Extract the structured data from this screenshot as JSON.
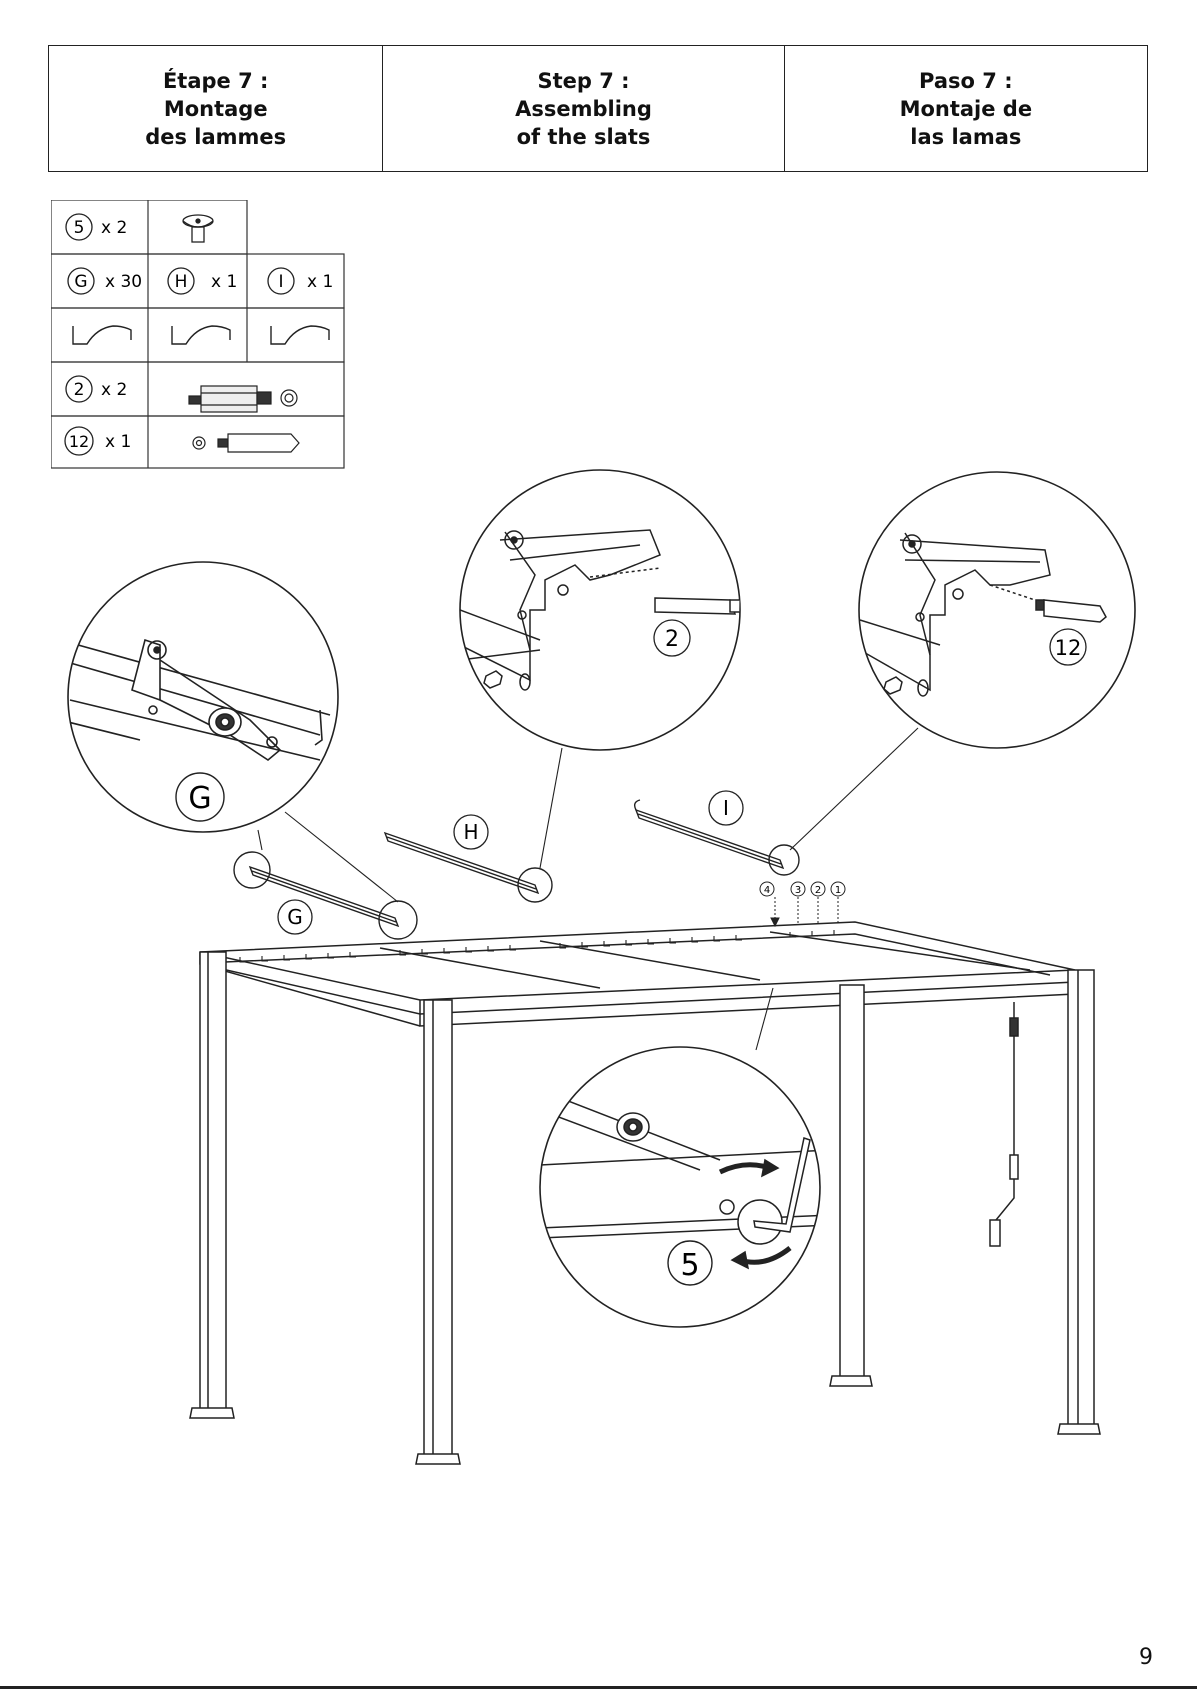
{
  "header": {
    "fr": {
      "l1": "Étape 7 :",
      "l2": "Montage",
      "l3": "des lammes"
    },
    "en": {
      "l1": "Step 7  :",
      "l2": "Assembling",
      "l3": "of the slats"
    },
    "es": {
      "l1": "Paso 7 :",
      "l2": "Montaje de",
      "l3": "las lamas"
    }
  },
  "parts": {
    "row1": {
      "id": "5",
      "qty": "x 2"
    },
    "row2": [
      {
        "id": "G",
        "qty": "x 30"
      },
      {
        "id": "H",
        "qty": "x 1"
      },
      {
        "id": "I",
        "qty": "x 1"
      }
    ],
    "row4": {
      "id": "2",
      "qty": "x 2"
    },
    "row5": {
      "id": "12",
      "qty": "x 1"
    }
  },
  "diagram": {
    "callout_g": "G",
    "label_g": "G",
    "label_h": "H",
    "label_i": "I",
    "callout_2": "2",
    "callout_12": "12",
    "callout_5": "5",
    "positions": [
      "4",
      "3",
      "2",
      "1"
    ]
  },
  "page_number": "9"
}
